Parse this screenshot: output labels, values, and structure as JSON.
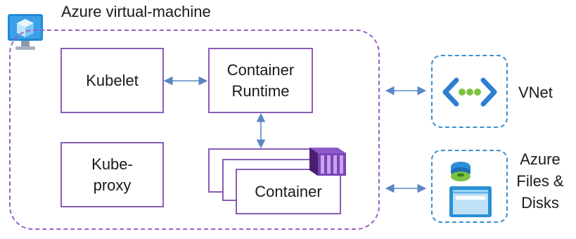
{
  "vm": {
    "title": "Azure virtual-machine"
  },
  "components": {
    "kubelet": "Kubelet",
    "runtime_line1": "Container",
    "runtime_line2": "Runtime",
    "proxy_line1": "Kube-",
    "proxy_line2": "proxy",
    "container": "Container"
  },
  "external": {
    "vnet": "VNet",
    "files_line1": "Azure",
    "files_line2": "Files &",
    "files_line3": "Disks"
  },
  "icons": {
    "vm": "virtual-machine-icon",
    "container": "container-icon",
    "vnet": "vnet-icon",
    "storage": "storage-icon"
  },
  "colors": {
    "vm_border": "#9b5fc4",
    "box_border": "#8a5cb8",
    "external_border": "#3a8fd0",
    "arrow": "#5a86c4"
  }
}
